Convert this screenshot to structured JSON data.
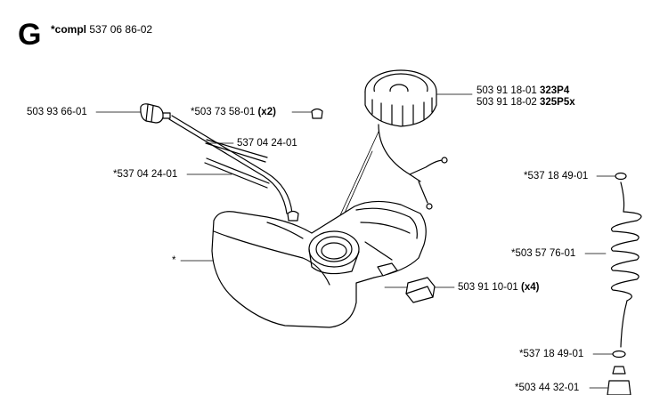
{
  "section": {
    "letter": "G",
    "compl_prefix": "*compl",
    "compl_number": "537 06 86-02"
  },
  "labels": {
    "fuel_filter": "503 93 66-01",
    "grommet_part": "*503 73 58-01",
    "grommet_qty": "(x2)",
    "hose_upper": "537 04 24-01",
    "hose_lower": "*537 04 24-01",
    "tank": "*",
    "cap_part_1": "503 91 18-01",
    "cap_model_1": "323P4",
    "cap_part_2": "503 91 18-02",
    "cap_model_2": "325P5x",
    "pad_part": "503 91 10-01",
    "pad_qty": "(x4)",
    "ring_top": "*537 18 49-01",
    "spiral_hose": "*503 57 76-01",
    "ring_bottom": "*537 18 49-01",
    "bottom_part": "*503 44 32-01"
  }
}
